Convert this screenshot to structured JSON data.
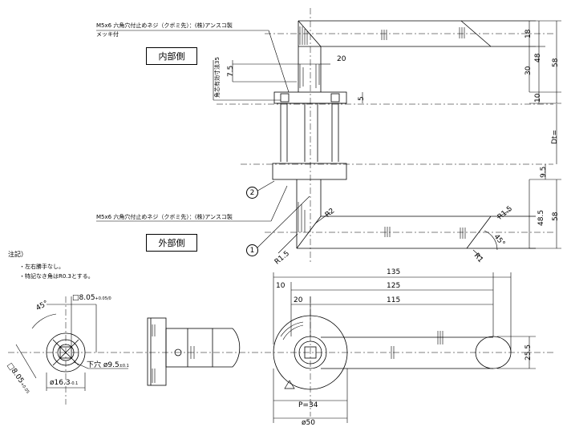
{
  "labels": {
    "screw_top": "M5x6 六角穴付止めネジ（クボミ先）：(株)アンスコ製",
    "screw_top_sub": "メッキ付",
    "screw_bottom": "M5x6 六角穴付止めネジ（クボミ先）：(株)アンスコ製",
    "inner_side": "内部側",
    "outer_side": "外部側",
    "square_shaft": "角芯有効寸法35",
    "notes_title": "注記）",
    "note_1": "・左右勝手なし。",
    "note_2": "・特記なき角はR0.3とする。",
    "ref_2": "2",
    "ref_1": "1",
    "triangle": "⚠"
  },
  "dimensions": {
    "d18": "18",
    "d30": "30",
    "d48_top": "48",
    "d58_top": "58",
    "d10": "10",
    "d5": "5",
    "d20_top": "20",
    "d7_5": "7.5",
    "dt": "Dt=",
    "d9_5": "9.5",
    "d48_5": "48.5",
    "d58_bottom": "58",
    "r2": "R2",
    "r1_5_a": "R1.5",
    "r1_5_b": "R1.5",
    "r1": "R1",
    "a45_right": "45°",
    "d135": "135",
    "d125": "125",
    "d115": "115",
    "d10_front": "10",
    "d20_front": "20",
    "d25_5": "25.5",
    "p34": "P=34",
    "phi50": "ø50",
    "a45_left": "45°",
    "sq8_05_top": "□8.05",
    "sq8_05_top_tol": "+0.05/0",
    "sq8_05_side": "□8.05",
    "sq8_05_side_tol": "+0.05",
    "phi16": "ø16.3",
    "phi16_tol": "-0.1",
    "hole": "下穴 ø9.5",
    "hole_tol": "±0.1"
  }
}
